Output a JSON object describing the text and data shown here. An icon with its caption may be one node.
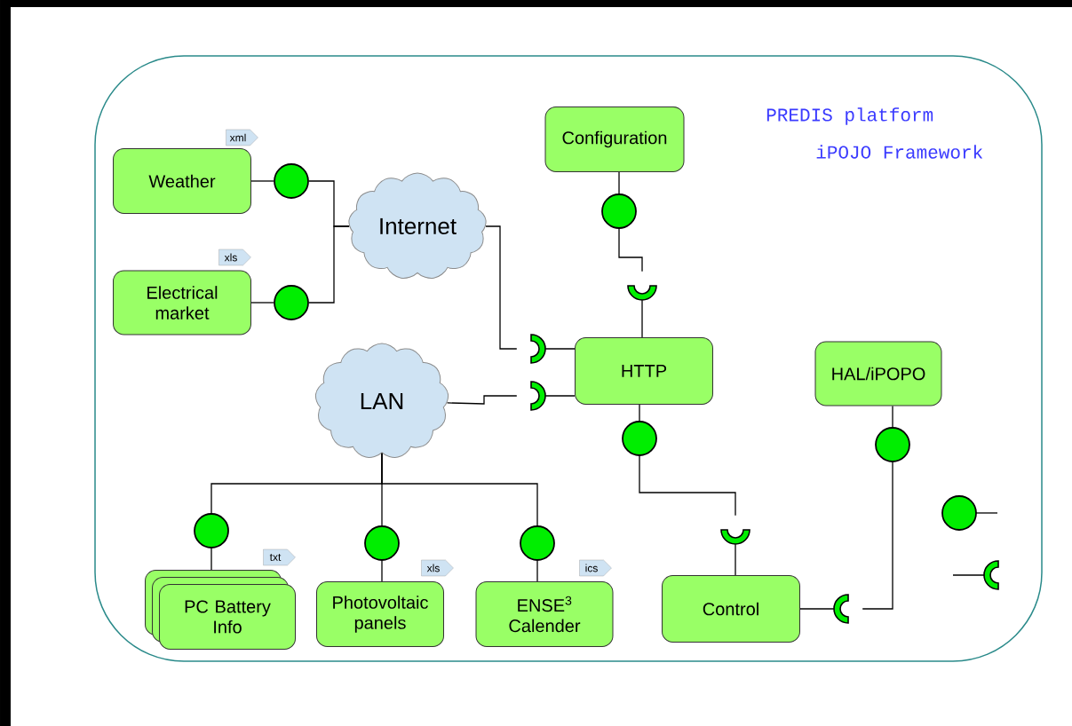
{
  "diagram": {
    "nodes": [
      {
        "text": [
          "PREDIS platform",
          "iPOJO Framework"
        ]
      },
      {
        "text": [
          "Weather"
        ],
        "in": 0,
        "beside": [
          "xml"
        ]
      },
      {
        "text": [
          "Electrical market"
        ],
        "in": 0,
        "beside": [
          "xls"
        ]
      },
      {
        "text": [
          "Internet"
        ],
        "in": 0
      },
      {
        "text": [
          "Configuration"
        ],
        "in": 0
      },
      {
        "text": [
          "HTTP"
        ],
        "in": 0
      },
      {
        "text": [
          "LAN"
        ],
        "in": 0
      },
      {
        "text": [
          "HAL/iPOPO"
        ],
        "in": 0
      },
      {
        "text": [
          "PC Battery Info"
        ],
        "in": 0,
        "beside": [
          "txt"
        ]
      },
      {
        "text": [
          "Photovoltaic panels"
        ],
        "in": 0,
        "beside": [
          "xls"
        ]
      },
      {
        "text": [
          "ENSE$^{3}$ Calender"
        ],
        "in": 0,
        "beside": [
          "ics"
        ]
      },
      {
        "text": [
          "Control"
        ],
        "in": 0
      },
      {
        "text": [],
        "shape": "circle",
        "in": 0
      },
      {
        "text": [],
        "shape": "circle",
        "in": 0
      },
      {
        "text": [],
        "shape": "circle",
        "in": 0
      },
      {
        "text": [],
        "shape": "circle",
        "in": 0
      },
      {
        "text": [],
        "shape": "circle",
        "in": 0
      },
      {
        "text": [],
        "shape": "circle",
        "in": 0
      },
      {
        "text": [],
        "shape": "circle",
        "in": 0
      },
      {
        "text": [],
        "shape": "circle",
        "in": 0
      },
      {
        "text": [],
        "shape": "arc",
        "in": 0
      },
      {
        "text": [],
        "shape": "arc",
        "in": 0
      },
      {
        "text": [],
        "shape": "arc",
        "in": 0
      },
      {
        "text": [],
        "shape": "arc",
        "in": 0
      },
      {
        "text": [],
        "shape": "arc",
        "in": 0
      }
    ],
    "edges": [
      {
        "from": 1,
        "to": 12,
        "arrow": "none"
      },
      {
        "from": 2,
        "to": 13,
        "arrow": "none"
      },
      {
        "from": 12,
        "to": 3,
        "arrow": "none"
      },
      {
        "from": 13,
        "to": 3,
        "arrow": "none"
      },
      {
        "from": 3,
        "to": 21,
        "arrow": "none"
      },
      {
        "from": 21,
        "to": 5,
        "arrow": "none"
      },
      {
        "from": 6,
        "to": 22,
        "arrow": "none"
      },
      {
        "from": 22,
        "to": 5,
        "arrow": "none"
      },
      {
        "from": 4,
        "to": 14,
        "arrow": "none"
      },
      {
        "from": 14,
        "to": 20,
        "arrow": "none"
      },
      {
        "from": 20,
        "to": 5,
        "arrow": "none"
      },
      {
        "from": 5,
        "to": 15,
        "arrow": "none"
      },
      {
        "from": 15,
        "to": 23,
        "arrow": "none"
      },
      {
        "from": 23,
        "to": 11,
        "arrow": "none"
      },
      {
        "from": 7,
        "to": 16,
        "arrow": "none"
      },
      {
        "from": 16,
        "to": 24,
        "arrow": "none"
      },
      {
        "from": 24,
        "to": 11,
        "arrow": "none"
      },
      {
        "from": 6,
        "to": 17,
        "arrow": "none"
      },
      {
        "from": 6,
        "to": 18,
        "arrow": "none"
      },
      {
        "from": 6,
        "to": 19,
        "arrow": "none"
      },
      {
        "from": 17,
        "to": 8,
        "arrow": "none"
      },
      {
        "from": 18,
        "to": 9,
        "arrow": "none"
      },
      {
        "from": 19,
        "to": 10,
        "arrow": "none"
      }
    ]
  }
}
